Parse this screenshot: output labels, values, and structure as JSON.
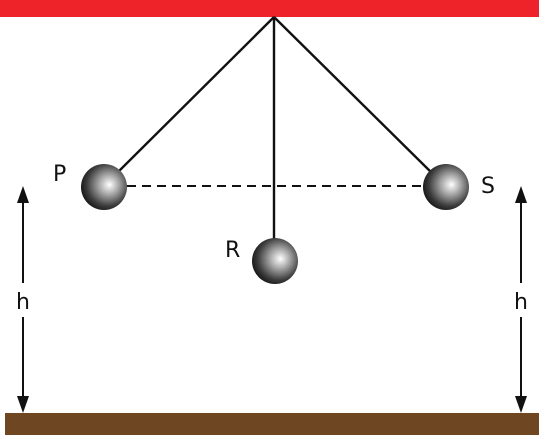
{
  "labels": {
    "left_bob": "P",
    "bottom_bob": "R",
    "right_bob": "S",
    "left_height": "h",
    "right_height": "h"
  },
  "colors": {
    "ceiling": "#ee2229",
    "floor": "#6e4722",
    "string": "#111111",
    "bob_light": "#ffffff",
    "bob_dark": "#111111"
  }
}
